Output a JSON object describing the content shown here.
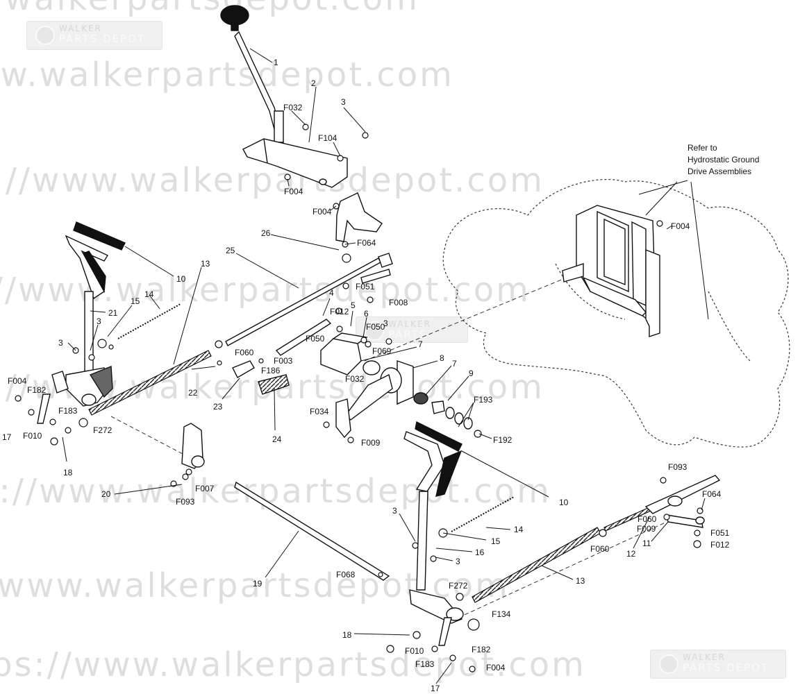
{
  "watermark": {
    "text_1": "https://www.walkerpartsdepot.com",
    "text_2": "https://www.walkerpartsdepot.com",
    "text_3": "https://www.walkerpartsdepot.com",
    "text_4": "https://www.walkerpartsdepot.com",
    "text_5": "https://www.walkerpartsdepot.com",
    "text_6": "https://www.walkerpartsdepot.com",
    "text_7": "https://www.walkerpartsdepot.com",
    "text_8": "https://www.walkerpartsdepot.com",
    "logo_top": "WALKER",
    "logo_bottom": "PARTS DEPOT"
  },
  "note": {
    "line1": "Refer to",
    "line2": "Hydrostatic Ground",
    "line3": "Drive Assemblies"
  },
  "callouts": {
    "c1": "1",
    "c2": "2",
    "c3a": "3",
    "c3b": "3",
    "c3c": "3",
    "c3d": "3",
    "c3e": "3",
    "c4": "4",
    "c5": "5",
    "c6": "6",
    "c7a": "7",
    "c7b": "7",
    "c8": "8",
    "c9": "9",
    "c10a": "10",
    "c10b": "10",
    "c11": "11",
    "c12": "12",
    "c13a": "13",
    "c13b": "13",
    "c14a": "14",
    "c14b": "14",
    "c15a": "15",
    "c15b": "15",
    "c16": "16",
    "c17a": "17",
    "c17b": "17",
    "c18a": "18",
    "c18b": "18",
    "c19": "19",
    "c20": "20",
    "c21": "21",
    "c22": "22",
    "c23": "23",
    "c24": "24",
    "c25": "25",
    "c26": "26",
    "F032a": "F032",
    "F032b": "F032",
    "F104": "F104",
    "F004a": "F004",
    "F004b": "F004",
    "F004c": "F004",
    "F004d": "F004",
    "F004e": "F004",
    "F064a": "F064",
    "F064b": "F064",
    "F051a": "F051",
    "F051b": "F051",
    "F008": "F008",
    "F012a": "F012",
    "F012b": "F012",
    "F050a": "F050",
    "F050b": "F050",
    "F069": "F069",
    "F060a": "F060",
    "F060b": "F060",
    "F060c": "F060",
    "F003": "F003",
    "F186": "F186",
    "F182a": "F182",
    "F182b": "F182",
    "F183a": "F183",
    "F183b": "F183",
    "F010a": "F010",
    "F010b": "F010",
    "F272a": "F272",
    "F272b": "F272",
    "F034": "F034",
    "F009a": "F009",
    "F009b": "F009",
    "F193": "F193",
    "F192": "F192",
    "F007": "F007",
    "F093a": "F093",
    "F093b": "F093",
    "F068": "F068",
    "F134": "F134"
  }
}
